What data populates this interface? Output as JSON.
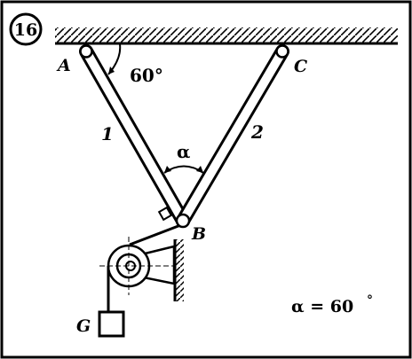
{
  "problem_number": "16",
  "points": {
    "a": "A",
    "b": "B",
    "c": "C"
  },
  "rods": {
    "rod1": "1",
    "rod2": "2"
  },
  "angle_at_a": "60°",
  "angle_symbol": "α",
  "weight_label": "G",
  "given": {
    "alpha_text": "α = 60",
    "degree_mark": "°"
  }
}
